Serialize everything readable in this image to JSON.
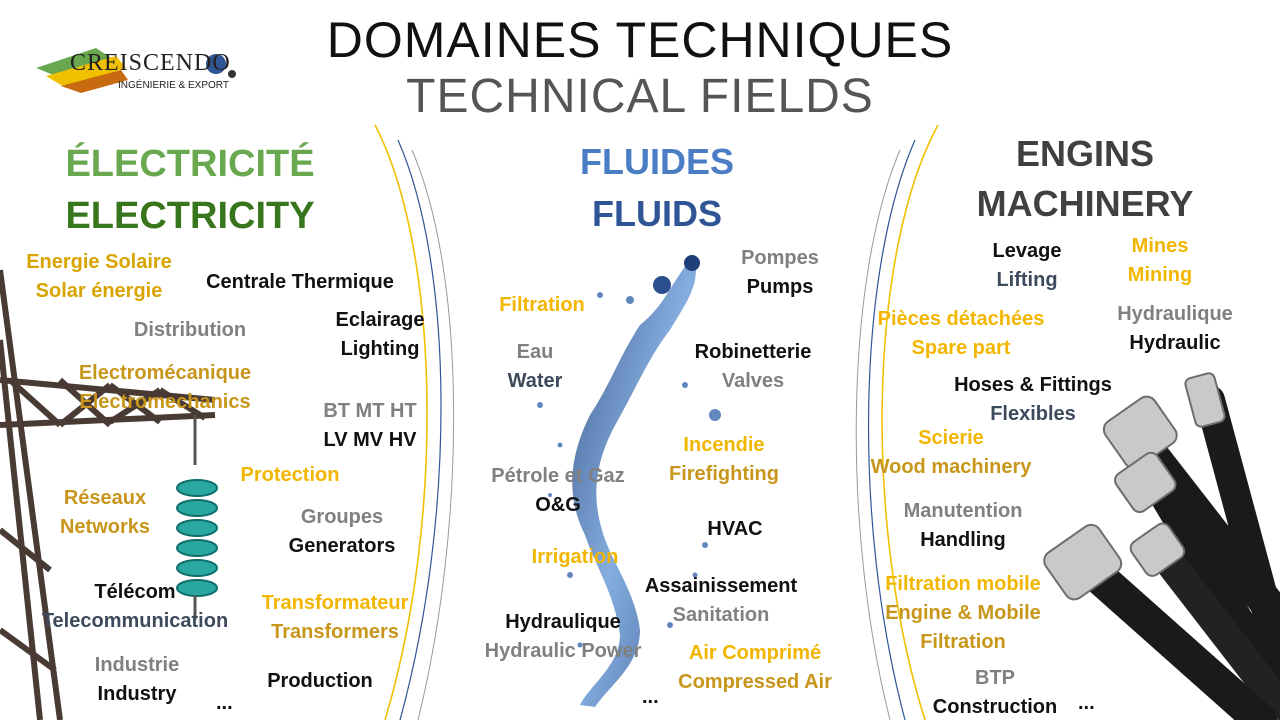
{
  "title": {
    "fr": "DOMAINES TECHNIQUES",
    "en": "TECHNICAL FIELDS"
  },
  "logo": {
    "name": "CREISCENDO",
    "subtitle": "INGÉNIERIE & EXPORT"
  },
  "colors": {
    "electricity_fr": "#6aa84f",
    "electricity_en": "#38761d",
    "fluids_fr": "#4a7dc4",
    "fluids_en": "#2f5597",
    "machinery": "#404040",
    "gold": "#d9a400"
  },
  "electricity": {
    "heading_fr": "ÉLECTRICITÉ",
    "heading_en": "ELECTRICITY",
    "items": [
      {
        "fr": "Energie Solaire",
        "en": "Solar énergie"
      },
      {
        "fr": "Centrale Thermique"
      },
      {
        "fr": "Distribution"
      },
      {
        "fr": "Eclairage",
        "en": "Lighting"
      },
      {
        "fr": "Electromécanique",
        "en": "Electromechanics"
      },
      {
        "fr": "BT MT HT",
        "en": "LV MV HV"
      },
      {
        "fr": "Protection"
      },
      {
        "fr": "Réseaux",
        "en": "Networks"
      },
      {
        "fr": "Groupes",
        "en": "Generators"
      },
      {
        "fr": "Télécom",
        "en": "Telecommunication"
      },
      {
        "fr": "Transformateur",
        "en": "Transformers"
      },
      {
        "fr": "Industrie",
        "en": "Industry"
      },
      {
        "fr": "Production"
      }
    ],
    "more": "..."
  },
  "fluids": {
    "heading_fr": "FLUIDES",
    "heading_en": "FLUIDS",
    "items": [
      {
        "fr": "Pompes",
        "en": "Pumps"
      },
      {
        "fr": "Filtration"
      },
      {
        "fr": "Eau",
        "en": "Water"
      },
      {
        "fr": "Robinetterie",
        "en": "Valves"
      },
      {
        "fr": "Incendie",
        "en": "Firefighting"
      },
      {
        "fr": "Pétrole et Gaz",
        "en": "O&G"
      },
      {
        "fr": "HVAC"
      },
      {
        "fr": "Irrigation"
      },
      {
        "fr": "Assainissement",
        "en": "Sanitation"
      },
      {
        "fr": "Hydraulique",
        "en": "Hydraulic Power"
      },
      {
        "fr": "Air Comprimé",
        "en": "Compressed Air"
      }
    ],
    "more": "..."
  },
  "machinery": {
    "heading_fr": "ENGINS",
    "heading_en": "MACHINERY",
    "items": [
      {
        "fr": "Levage",
        "en": "Lifting"
      },
      {
        "fr": "Mines",
        "en": "Mining"
      },
      {
        "fr": "Hydraulique",
        "en": "Hydraulic"
      },
      {
        "fr": "Pièces détachées",
        "en": "Spare part"
      },
      {
        "fr": "Hoses & Fittings",
        "en": "Flexibles"
      },
      {
        "fr": "Scierie",
        "en": "Wood machinery"
      },
      {
        "fr": "Manutention",
        "en": "Handling"
      },
      {
        "fr": "Filtration mobile",
        "en": "Engine & Mobile",
        "en2": "Filtration"
      },
      {
        "fr": "BTP",
        "en": "Construction"
      }
    ],
    "more": "..."
  }
}
